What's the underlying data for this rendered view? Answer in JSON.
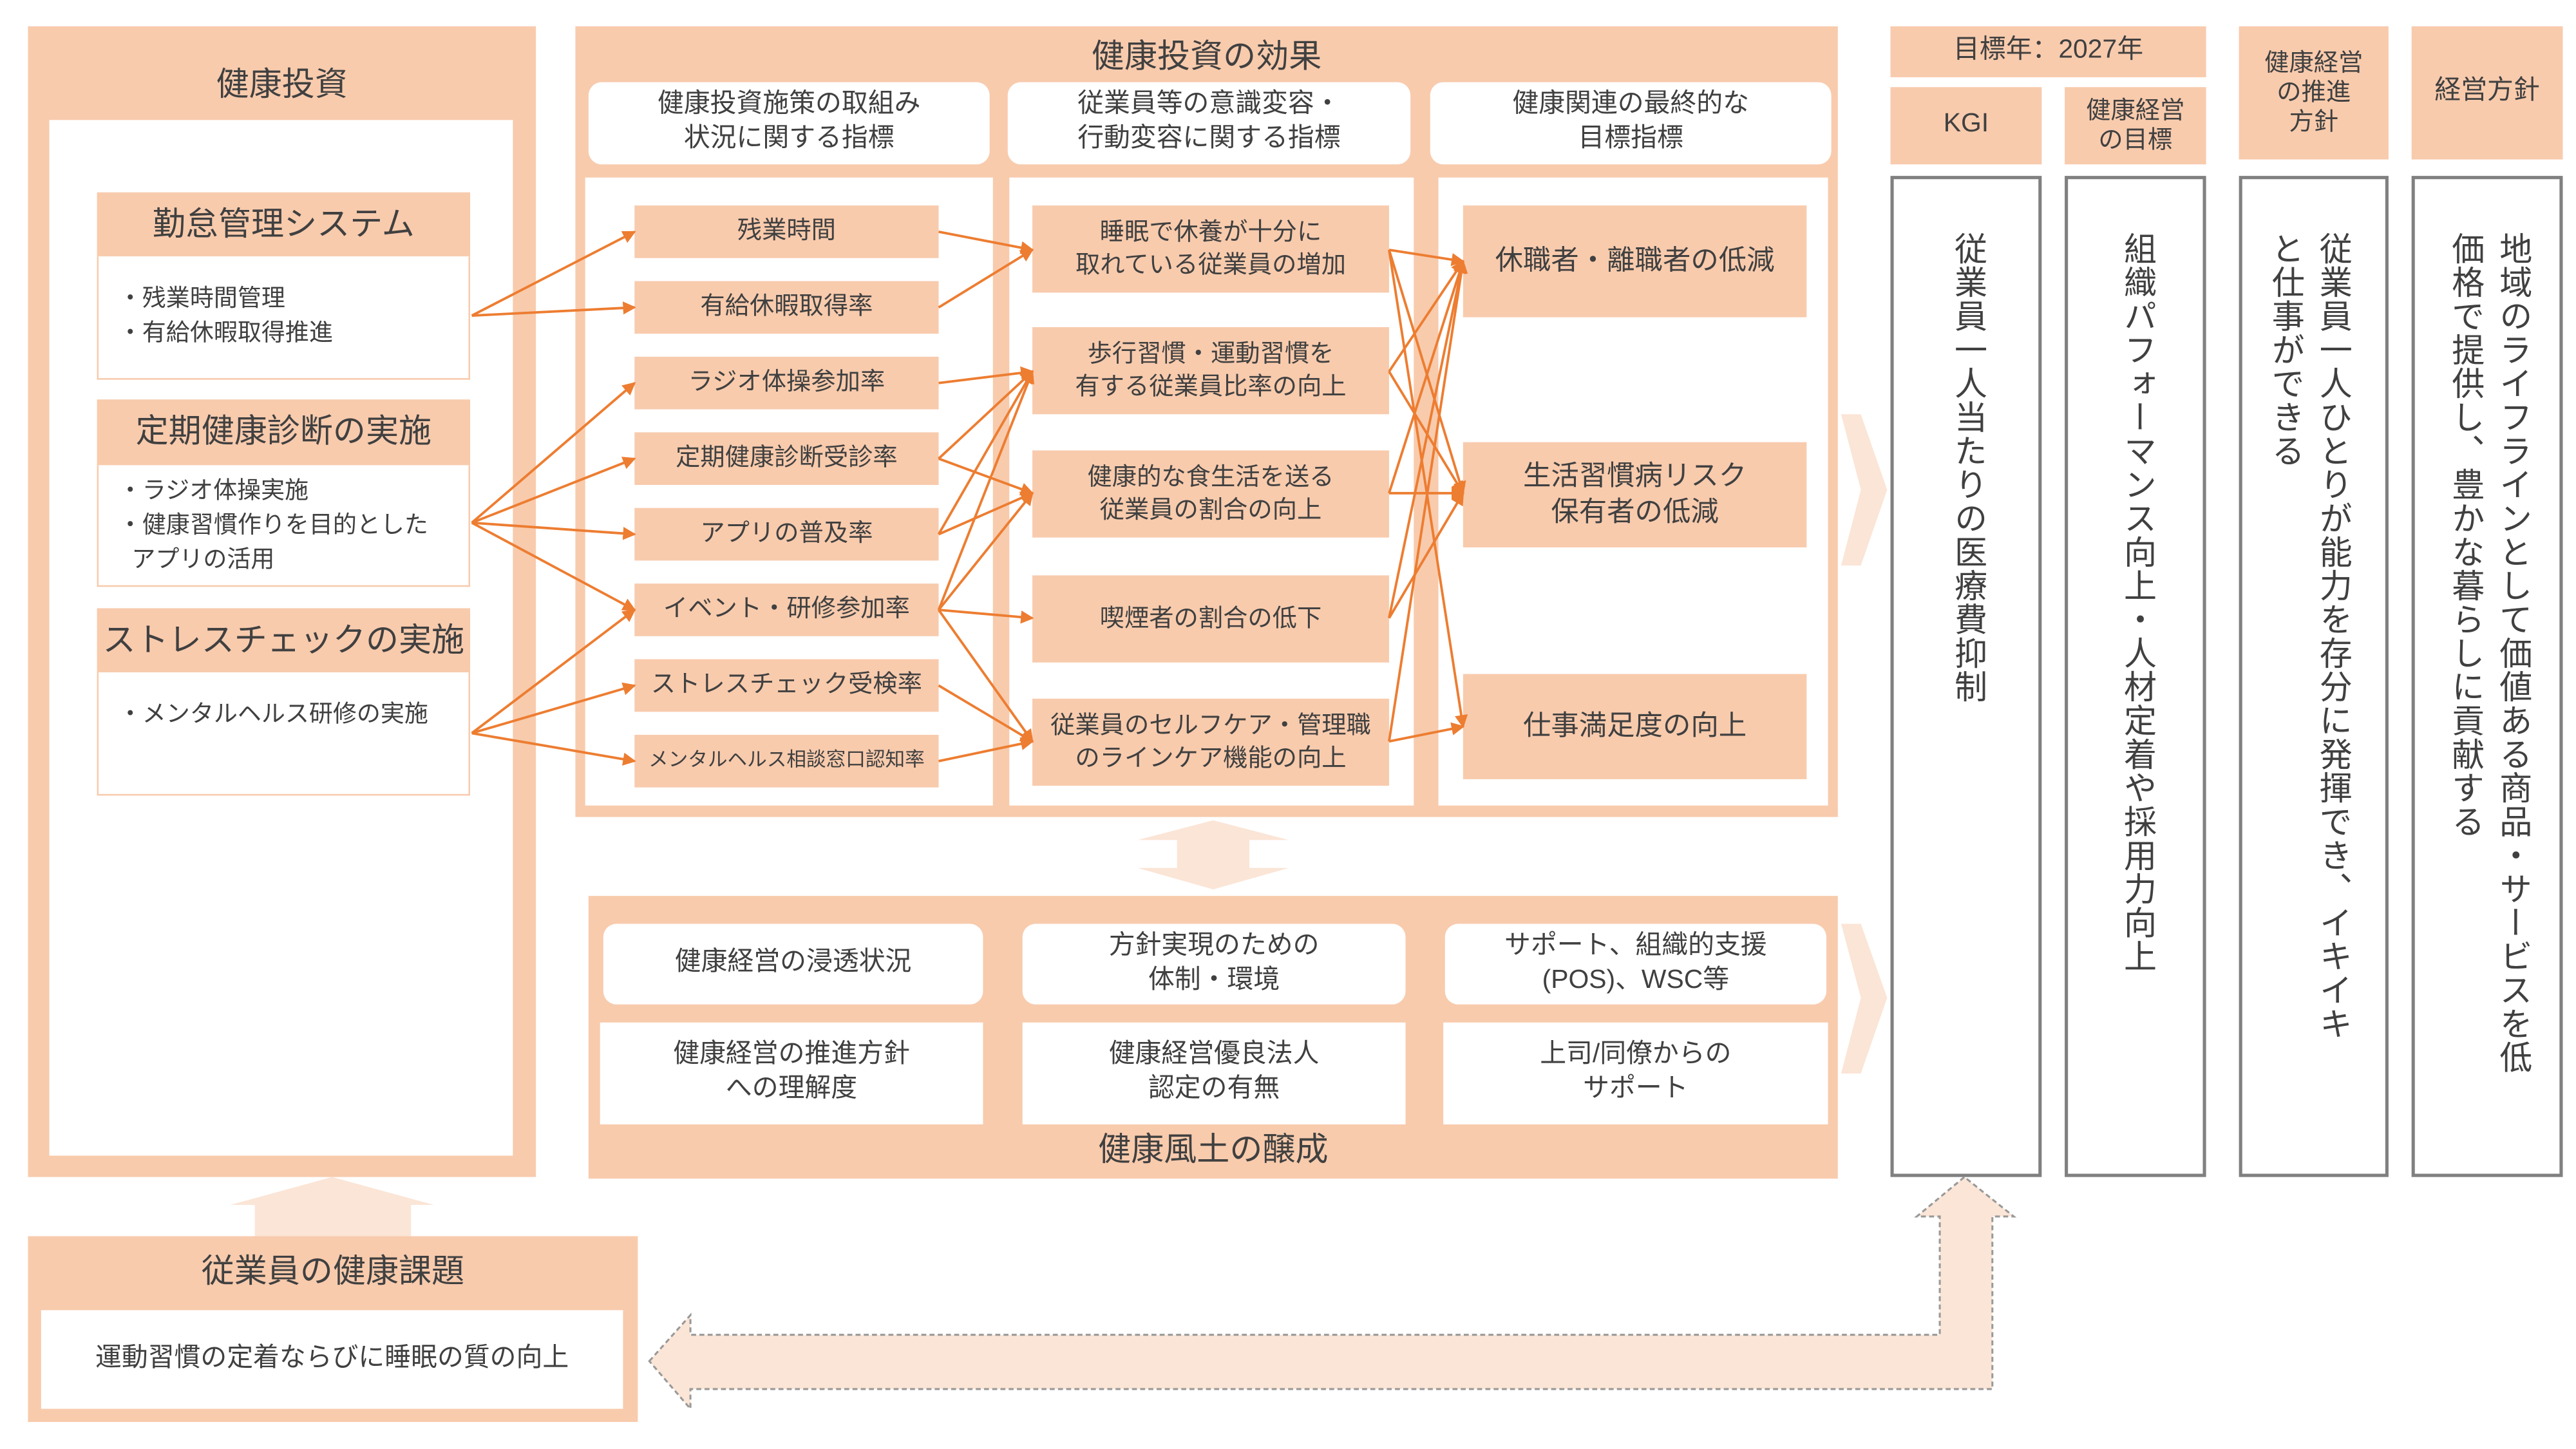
{
  "investment": {
    "title": "健康投資",
    "groups": [
      {
        "title": "勤怠管理システム",
        "items": [
          "・残業時間管理",
          "・有給休暇取得推進"
        ]
      },
      {
        "title": "定期健康診断の実施",
        "items": [
          "・ラジオ体操実施",
          "・健康習慣作りを目的とした",
          "  アプリの活用"
        ]
      },
      {
        "title": "ストレスチェックの実施",
        "items": [
          "・メンタルヘルス研修の実施"
        ]
      }
    ]
  },
  "effects": {
    "title": "健康投資の効果",
    "columns": [
      {
        "header": "健康投資施策の取組み\n状況に関する指標",
        "items": [
          "残業時間",
          "有給休暇取得率",
          "ラジオ体操参加率",
          "定期健康診断受診率",
          "アプリの普及率",
          "イベント・研修参加率",
          "ストレスチェック受検率",
          "メンタルヘルス相談窓口認知率"
        ]
      },
      {
        "header": "従業員等の意識変容・\n行動変容に関する指標",
        "items": [
          "睡眠で休養が十分に\n取れている従業員の増加",
          "歩行習慣・運動習慣を\n有する従業員比率の向上",
          "健康的な食生活を送る\n従業員の割合の向上",
          "喫煙者の割合の低下",
          "従業員のセルフケア・管理職\nのラインケア機能の向上"
        ]
      },
      {
        "header": "健康関連の最終的な\n目標指標",
        "items": [
          "休職者・離職者の低減",
          "生活習慣病リスク\n保有者の低減",
          "仕事満足度の向上"
        ]
      }
    ]
  },
  "culture": {
    "title": "健康風土の醸成",
    "top": [
      "健康経営の浸透状況",
      "方針実現のための\n体制・環境",
      "サポート、組織的支援\n(POS)、WSC等"
    ],
    "bottom": [
      "健康経営の推進方針\nへの理解度",
      "健康経営優良法人\n認定の有無",
      "上司/同僚からの\nサポート"
    ]
  },
  "issue": {
    "title": "従業員の健康課題",
    "text": "運動習慣の定着ならびに睡眠の質の向上"
  },
  "goals": {
    "target_year": "目標年：2027年",
    "kgi": {
      "header": "KGI",
      "text": "従業員一人当たりの医療費抑制"
    },
    "health_goal": {
      "header": "健康経営\nの目標",
      "text": "組織パフォーマンス向上・人材定着や採用力向上"
    },
    "policy": {
      "header": "健康経営\nの推進\n方針",
      "text": "従業員一人ひとりが能力を存分に発揮でき、イキイキと仕事ができる"
    },
    "management": {
      "header": "経営方針",
      "text": "地域のライフラインとして価値ある商品・サービスを低価格で提供し、豊かな暮らしに貢献する"
    }
  },
  "colors": {
    "peach": "#F8CBAD",
    "arrow": "#ED7D31",
    "light": "#FBE5D6",
    "border": "#808080"
  }
}
